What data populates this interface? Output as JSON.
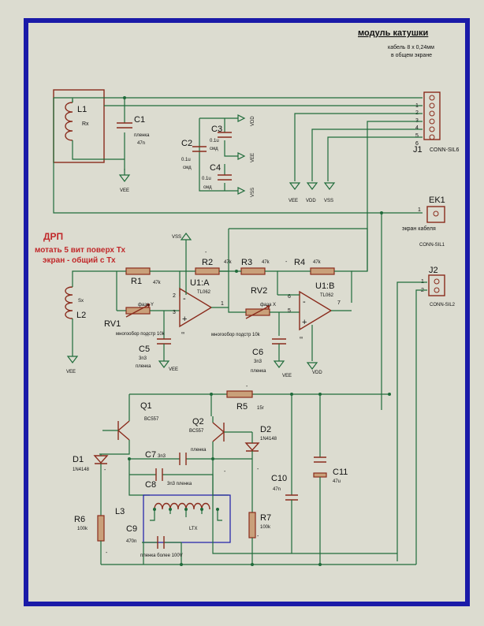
{
  "title": "модуль катушки",
  "cable_note": [
    "кабель 8 х 0,24мм",
    "в общем экране"
  ],
  "drp": "ДРП",
  "drp_note": [
    "мотать 5 вит поверх Тх",
    "экран - общий с Тх"
  ],
  "power": {
    "vee": "VEE",
    "vdd": "VDD",
    "vss": "VSS"
  },
  "connectors": {
    "j1": {
      "ref": "J1",
      "type": "CONN-SIL6",
      "pins": [
        "1",
        "2",
        "3",
        "4",
        "5",
        "6"
      ]
    },
    "ek1": {
      "ref": "EK1",
      "type": "CONN-SIL1",
      "pins": [
        "1"
      ],
      "label": "экран кабеля"
    },
    "j2": {
      "ref": "J2",
      "type": "CONN-SIL2",
      "pins": [
        "1",
        "2"
      ]
    }
  },
  "components": {
    "L1": {
      "ref": "L1",
      "value": "Rx"
    },
    "C1": {
      "ref": "C1",
      "value": [
        "пленка",
        "47n"
      ]
    },
    "C2": {
      "ref": "C2",
      "value": [
        "0.1u",
        "смд"
      ]
    },
    "C3": {
      "ref": "C3",
      "value": [
        "0.1u",
        "смд"
      ]
    },
    "C4": {
      "ref": "C4",
      "value": [
        "0.1u",
        "смд"
      ]
    },
    "L2": {
      "ref": "L2",
      "value": "Sx"
    },
    "R1": {
      "ref": "R1",
      "value": "47k"
    },
    "R2": {
      "ref": "R2",
      "value": "47k"
    },
    "R3": {
      "ref": "R3",
      "value": "47k"
    },
    "R4": {
      "ref": "R4",
      "value": "47k"
    },
    "U1A": {
      "ref": "U1:A",
      "value": "TL062"
    },
    "U1B": {
      "ref": "U1:B",
      "value": "TL062"
    },
    "RV1": {
      "ref": "RV1",
      "name": "фаза Y",
      "value": "многообор подстр 10k"
    },
    "RV2": {
      "ref": "RV2",
      "name": "фаза X",
      "value": "многообор подстр 10k"
    },
    "C5": {
      "ref": "C5",
      "value": [
        "3n3",
        "пленка"
      ]
    },
    "C6": {
      "ref": "C6",
      "value": [
        "3n3",
        "пленка"
      ]
    },
    "Q1": {
      "ref": "Q1",
      "value": "BC557"
    },
    "Q2": {
      "ref": "Q2",
      "value": "BC557"
    },
    "R5": {
      "ref": "R5",
      "value": "15r"
    },
    "D1": {
      "ref": "D1",
      "value": "1N4148"
    },
    "D2": {
      "ref": "D2",
      "value": "1N4148"
    },
    "C7": {
      "ref": "C7",
      "value": [
        "3n3",
        "пленка"
      ]
    },
    "C8": {
      "ref": "C8",
      "value": "3n3 пленка"
    },
    "C10": {
      "ref": "C10",
      "value": "47n"
    },
    "C11": {
      "ref": "C11",
      "value": "47u"
    },
    "R6": {
      "ref": "R6",
      "value": "100k"
    },
    "R7": {
      "ref": "R7",
      "value": "100k"
    },
    "L3": {
      "ref": "L3",
      "value": "LTX"
    },
    "C9": {
      "ref": "C9",
      "value": "470n",
      "note": "пленка более 100V"
    }
  },
  "pin_numbers": {
    "u1a": [
      "2",
      "3",
      "1"
    ],
    "u1b": [
      "6",
      "5",
      "7"
    ]
  },
  "misc": {
    "minus": "-",
    "inf": "∞"
  },
  "colors": {
    "background": "#dcdcd0",
    "border": "#1a1aa8",
    "wire": "#1f6b3a",
    "component": "#8a2b1c",
    "note": "#c0282a"
  }
}
